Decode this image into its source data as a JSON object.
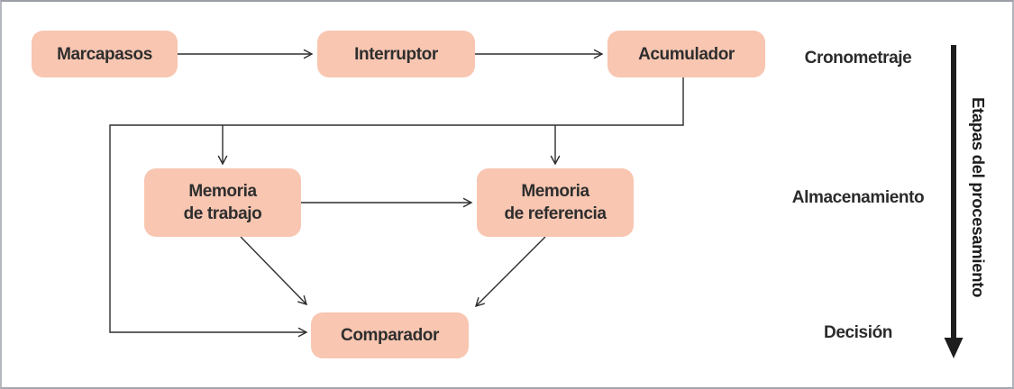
{
  "diagram": {
    "nodes": [
      {
        "id": "marcapasos",
        "label": "Marcapasos"
      },
      {
        "id": "interruptor",
        "label": "Interruptor"
      },
      {
        "id": "acumulador",
        "label": "Acumulador"
      },
      {
        "id": "memoria-trabajo",
        "label": "Memoria\nde trabajo"
      },
      {
        "id": "memoria-referencia",
        "label": "Memoria\nde referencia"
      },
      {
        "id": "comparador",
        "label": "Comparador"
      }
    ],
    "edges": [
      {
        "from": "Marcapasos",
        "to": "Interruptor"
      },
      {
        "from": "Interruptor",
        "to": "Acumulador"
      },
      {
        "from": "Acumulador",
        "to": "Memoria de trabajo"
      },
      {
        "from": "Acumulador",
        "to": "Memoria de referencia"
      },
      {
        "from": "Acumulador",
        "to": "Comparador"
      },
      {
        "from": "Memoria de trabajo",
        "to": "Memoria de referencia"
      },
      {
        "from": "Memoria de trabajo",
        "to": "Comparador"
      },
      {
        "from": "Memoria de referencia",
        "to": "Comparador"
      }
    ],
    "stage_labels": [
      "Cronometraje",
      "Almacenamiento",
      "Decisión"
    ],
    "axis_label": "Etapas del procesamiento",
    "colors": {
      "node_fill": "#f8c6b1",
      "line": "#2e2e2e",
      "text": "#2b2b2b",
      "axis_arrow": "#1d1d1d",
      "frame_border": "#a4a7af",
      "background": "#ffffff"
    }
  }
}
